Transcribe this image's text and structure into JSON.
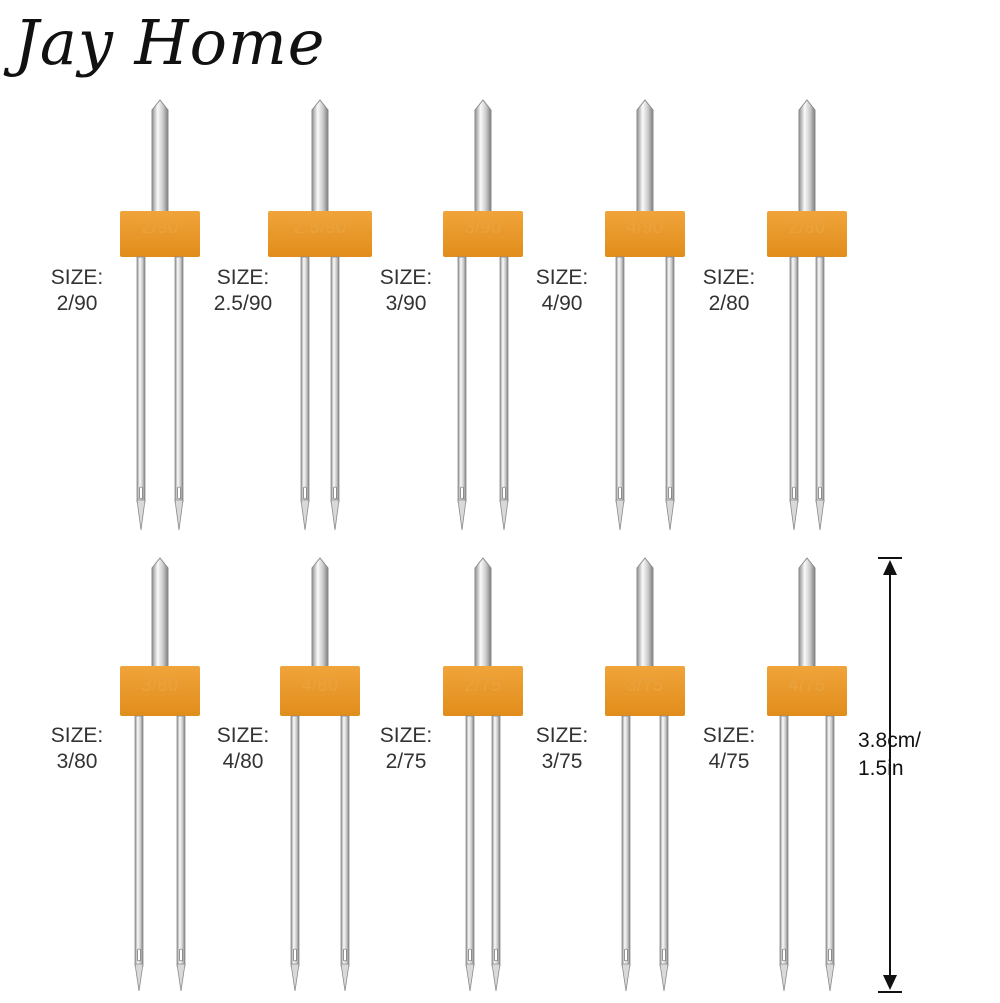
{
  "brand": "Jay Home",
  "colors": {
    "block": "#e8961f",
    "block_text": "#f3b04e",
    "metal_light": "#f2f2f2",
    "metal_dark": "#8e8e8e",
    "label": "#333333"
  },
  "row1": {
    "labels": [
      {
        "size": "SIZE:",
        "value": "2/90",
        "block": "2/90"
      },
      {
        "size": "SIZE:",
        "value": "2.5/90",
        "block": "2.5/90"
      },
      {
        "size": "SIZE:",
        "value": "3/90",
        "block": "3/90"
      },
      {
        "size": "SIZE:",
        "value": "4/90",
        "block": "4/90"
      },
      {
        "size": "SIZE:",
        "value": "2/80",
        "block": "2/80"
      }
    ]
  },
  "row2": {
    "labels": [
      {
        "size": "SIZE:",
        "value": "3/80",
        "block": "3/80"
      },
      {
        "size": "SIZE:",
        "value": "4/80",
        "block": "4/80"
      },
      {
        "size": "SIZE:",
        "value": "2/75",
        "block": "2/75"
      },
      {
        "size": "SIZE:",
        "value": "3/75",
        "block": "3/75"
      },
      {
        "size": "SIZE:",
        "value": "4/75",
        "block": "4/75"
      }
    ]
  },
  "measurement": {
    "line1": "3.8cm/",
    "line2": "1.5in"
  }
}
